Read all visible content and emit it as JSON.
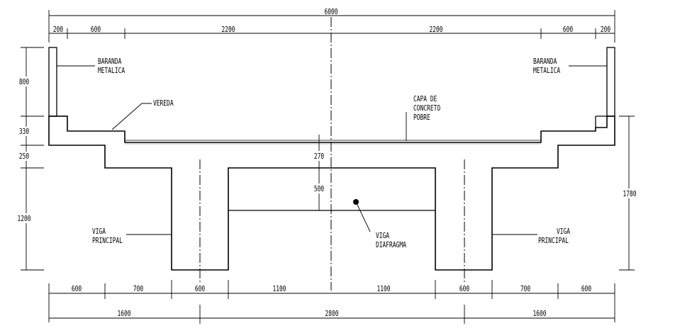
{
  "overall": {
    "total": "6000"
  },
  "top_dims": [
    "200",
    "600",
    "2200",
    "2200",
    "600",
    "200"
  ],
  "left_dims": [
    "800",
    "330",
    "250",
    "1200"
  ],
  "right_dims": [
    "1780"
  ],
  "inner_dims": [
    "270",
    "500"
  ],
  "bottom_row1": [
    "600",
    "700",
    "600",
    "1100",
    "1100",
    "600",
    "700",
    "600"
  ],
  "bottom_row2": [
    "1600",
    "2800",
    "1600"
  ],
  "labels": {
    "baranda_left": [
      "BARANDA",
      "METALICA"
    ],
    "baranda_right": [
      "BARANDA",
      "METALICA"
    ],
    "vereda": "VEREDA",
    "capa": [
      "CAPA DE",
      "CONCRETO",
      "POBRE"
    ],
    "viga_left": [
      "VIGA",
      "PRINCIPAL"
    ],
    "viga_right": [
      "VIGA",
      "PRINCIPAL"
    ],
    "viga_diafragma": [
      "VIGA",
      "DIAFRAGMA"
    ]
  }
}
